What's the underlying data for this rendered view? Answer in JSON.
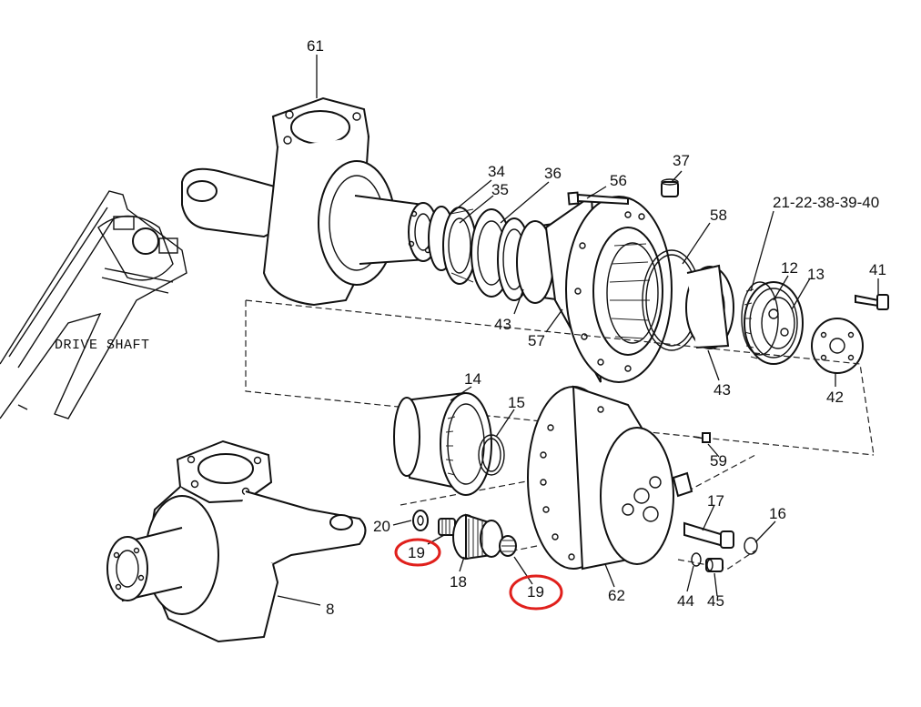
{
  "diagram": {
    "drive_shaft_label": "DRIVE SHAFT",
    "highlight_color": "#e0201c",
    "line_color": "#111111",
    "labels": {
      "p61": "61",
      "p34": "34",
      "p35": "35",
      "p36": "36",
      "p56": "56",
      "p37": "37",
      "p58": "58",
      "p21_40": "21-22-38-39-40",
      "p12": "12",
      "p13": "13",
      "p41": "41",
      "p43a": "43",
      "p57": "57",
      "p43b": "43",
      "p42": "42",
      "p14": "14",
      "p15": "15",
      "p59": "59",
      "p17": "17",
      "p16": "16",
      "p20": "20",
      "p19a": "19",
      "p18": "18",
      "p19b": "19",
      "p62": "62",
      "p44": "44",
      "p45": "45",
      "p8": "8"
    }
  }
}
